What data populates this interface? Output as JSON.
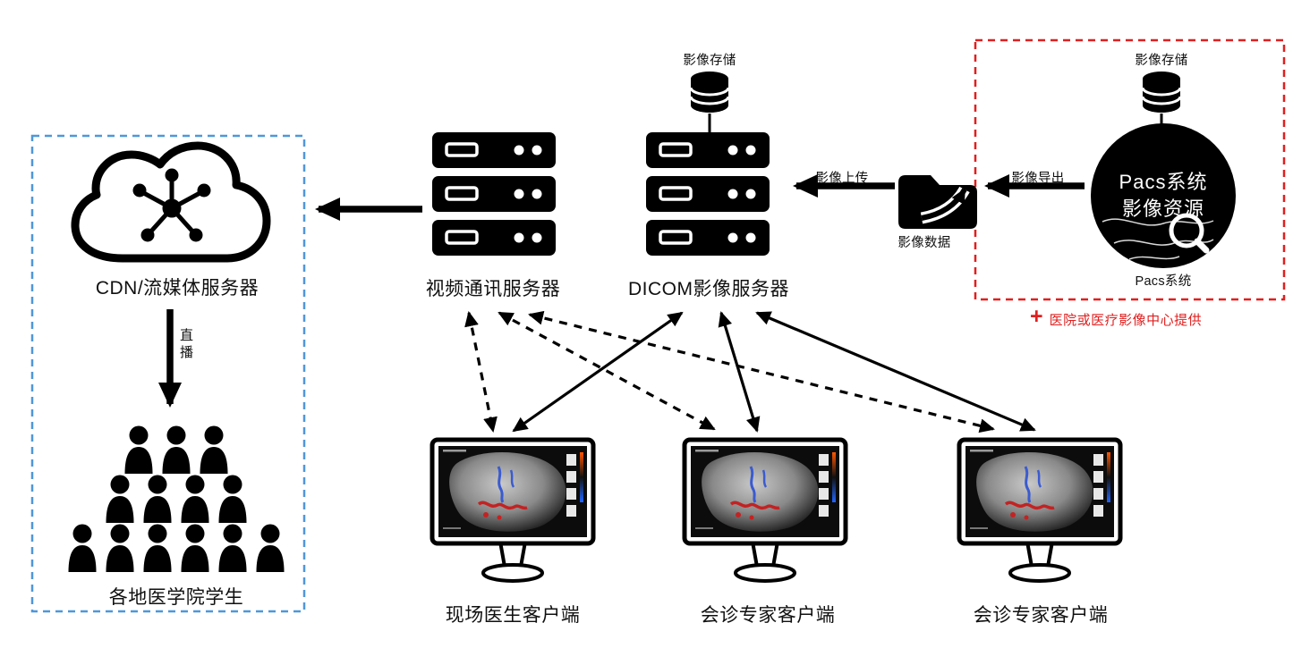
{
  "colors": {
    "red": "#e01f1f",
    "blue": "#4f97d9",
    "black": "#000000",
    "white": "#ffffff"
  },
  "pacs_area": {
    "storage_label": "影像存储",
    "circle_title": "Pacs系统",
    "circle_subtitle": "影像资源",
    "caption": "Pacs系统",
    "note_plus": "+",
    "note_text": "医院或医疗影像中心提供"
  },
  "flow_labels": {
    "export": "影像导出",
    "data": "影像数据",
    "upload": "影像上传"
  },
  "servers": {
    "dicom": {
      "label": "DICOM影像服务器",
      "storage_label": "影像存储"
    },
    "video": {
      "label": "视频通讯服务器"
    }
  },
  "cdn_area": {
    "server_label": "CDN/流媒体服务器",
    "live": "直播",
    "students_label": "各地医学院学生"
  },
  "clients": [
    {
      "label": "现场医生客户端"
    },
    {
      "label": "会诊专家客户端"
    },
    {
      "label": "会诊专家客户端"
    }
  ],
  "icons": {
    "cloud": "cloud-network-icon",
    "server": "server-rack-icon",
    "database": "database-cylinder-icon",
    "folder": "folder-export-icon",
    "magnifier": "magnifier-icon",
    "audience": "audience-people-icon",
    "monitor": "monitor-ultrasound-icon"
  }
}
